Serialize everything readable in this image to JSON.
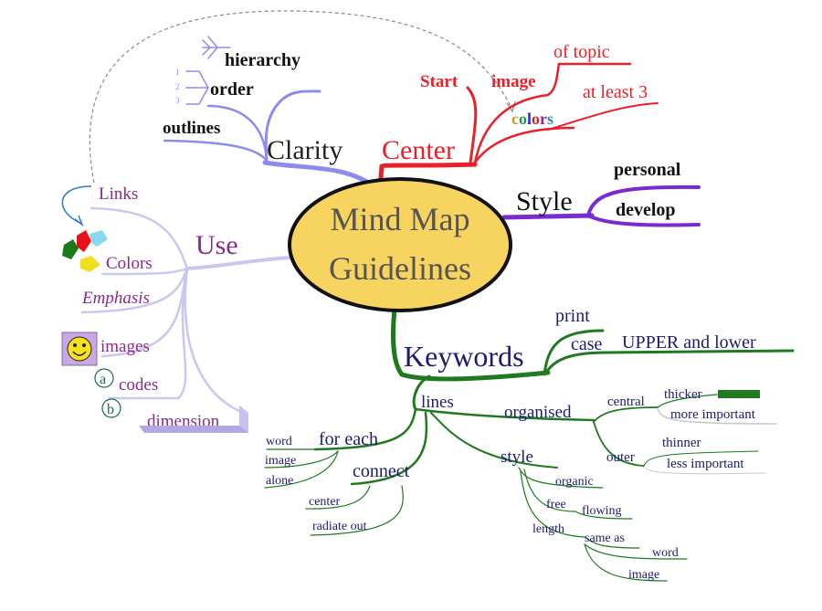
{
  "center": {
    "line1": "Mind Map",
    "line2": "Guidelines"
  },
  "clarity": {
    "label": "Clarity",
    "hierarchy": "hierarchy",
    "order": "order",
    "outlines": "outlines",
    "order_numbers": [
      "1",
      "2",
      "3"
    ]
  },
  "center_branch": {
    "label": "Center",
    "start": "Start",
    "image": "image",
    "of_topic": "of topic",
    "at_least_3": "at least 3",
    "colors_letters": [
      "c",
      "o",
      "l",
      "o",
      "r",
      "s"
    ]
  },
  "style_branch": {
    "label": "Style",
    "personal": "personal",
    "develop": "develop"
  },
  "use": {
    "label": "Use",
    "links": "Links",
    "colors": "Colors",
    "emphasis": "Emphasis",
    "images": "images",
    "codes": "codes",
    "code_a": "a",
    "code_b": "b",
    "dimension": "dimension"
  },
  "keywords": {
    "label": "Keywords",
    "print": "print",
    "case": "case",
    "upper_lower": "UPPER and lower",
    "lines": "lines",
    "organised": "organised",
    "central": "central",
    "thicker": "thicker",
    "more_important": "more important",
    "outer": "outer",
    "thinner": "thinner",
    "less_important": "less important",
    "for_each": "for each",
    "word": "word",
    "image": "image",
    "alone": "alone",
    "connect": "connect",
    "connect_center": "center",
    "radiate_out": "radiate out",
    "style": "style",
    "organic": "organic",
    "free": "free",
    "flowing": "flowing",
    "length": "length",
    "same_as": "same as",
    "style_word": "word",
    "style_image": "image"
  },
  "colors": {
    "clarity": "#8c8cf0",
    "center": "#e8202a",
    "style": "#7a2ad0",
    "use": "#c8c8ee",
    "keywords": "#1f7a1f",
    "node_fill": "#f7d35f",
    "use_text": "#8a2a8a",
    "keyword_text": "#1c1c6e"
  }
}
